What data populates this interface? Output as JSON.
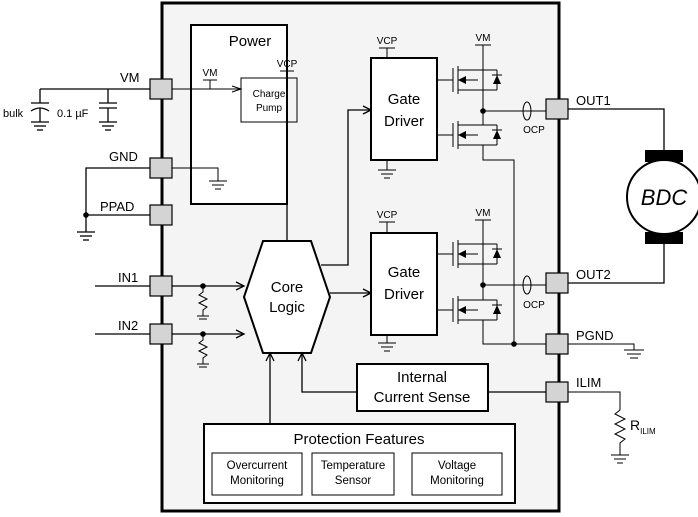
{
  "pins": {
    "vm": "VM",
    "gnd": "GND",
    "ppad": "PPAD",
    "in1": "IN1",
    "in2": "IN2",
    "out1": "OUT1",
    "out2": "OUT2",
    "pgnd": "PGND",
    "ilim": "ILIM"
  },
  "external": {
    "bulk": "bulk",
    "cap": "0.1 µF",
    "motor": "BDC",
    "rilim_main": "R",
    "rilim_sub": "ILIM"
  },
  "blocks": {
    "power": "Power",
    "charge_pump_1": "Charge",
    "charge_pump_2": "Pump",
    "gate_driver_1_l1": "Gate",
    "gate_driver_1_l2": "Driver",
    "gate_driver_2_l1": "Gate",
    "gate_driver_2_l2": "Driver",
    "core_logic_l1": "Core",
    "core_logic_l2": "Logic",
    "current_sense_l1": "Internal",
    "current_sense_l2": "Current Sense",
    "protection": "Protection Features",
    "overcurrent_l1": "Overcurrent",
    "overcurrent_l2": "Monitoring",
    "temperature_l1": "Temperature",
    "temperature_l2": "Sensor",
    "voltage_l1": "Voltage",
    "voltage_l2": "Monitoring"
  },
  "nets": {
    "vm": "VM",
    "vcp": "VCP",
    "ocp": "OCP"
  }
}
